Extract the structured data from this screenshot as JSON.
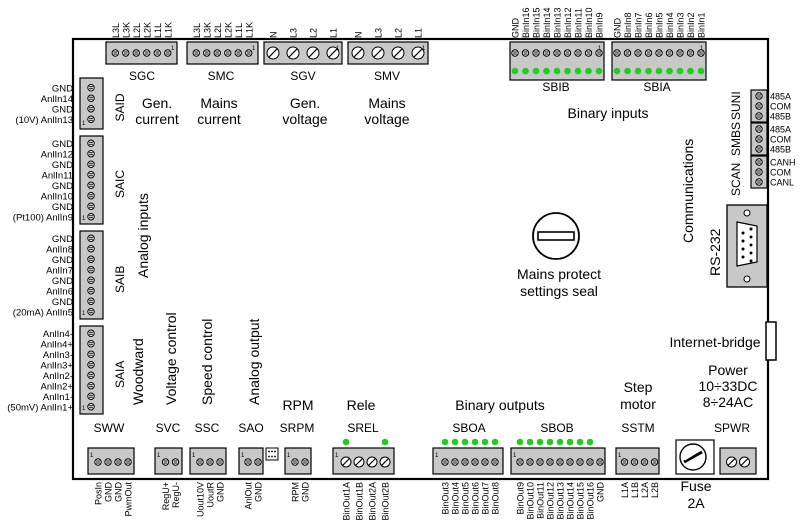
{
  "sections": {
    "analog_inputs": "Analog inputs",
    "binary_inputs": "Binary inputs",
    "binary_outputs": "Binary outputs",
    "communications": "Communications",
    "rs232": "RS-232",
    "mains_protect_line1": "Mains protect",
    "mains_protect_line2": "settings seal",
    "internet_bridge": "Internet-bridge",
    "power_line1": "Power",
    "power_line2": "10÷33DC",
    "power_line3": "8÷24AC",
    "fuse_line1": "Fuse",
    "fuse_line2": "2A",
    "woodward": "Woodward",
    "voltage_control": "Voltage control",
    "speed_control": "Speed control",
    "analog_output": "Analog output",
    "rpm": "RPM",
    "rele": "Rele",
    "step_motor_line1": "Step",
    "step_motor_line2": "motor",
    "gen_current_1": "Gen.",
    "gen_current_2": "current",
    "mains_current_1": "Mains",
    "mains_current_2": "current",
    "gen_voltage_1": "Gen.",
    "gen_voltage_2": "voltage",
    "mains_voltage_1": "Mains",
    "mains_voltage_2": "voltage"
  },
  "top_connectors": [
    {
      "id": "SGC",
      "pins": [
        "L3L",
        "L3K",
        "L2L",
        "L2K",
        "L1L",
        "L1K"
      ]
    },
    {
      "id": "SMC",
      "pins": [
        "L3L",
        "L3K",
        "L2L",
        "L2K",
        "L1L",
        "L1K"
      ]
    },
    {
      "id": "SGV",
      "pins": [
        "N",
        "L3",
        "L2",
        "L1"
      ]
    },
    {
      "id": "SMV",
      "pins": [
        "N",
        "L3",
        "L2",
        "L1"
      ]
    },
    {
      "id": "SBIB",
      "pins": [
        "GND",
        "BinIn16",
        "BinIn15",
        "BinIn14",
        "BinIn13",
        "BinIn12",
        "BinIn11",
        "BinIn10",
        "BinIn9"
      ]
    },
    {
      "id": "SBIA",
      "pins": [
        "GND",
        "BinIn8",
        "BinIn7",
        "BinIn6",
        "BinIn5",
        "BinIn4",
        "BinIn3",
        "BinIn2",
        "BinIn1"
      ]
    }
  ],
  "left_connectors": [
    {
      "id": "SAID",
      "pins": [
        "GND",
        "AnlIn14",
        "GND",
        "(10V) AnlIn13"
      ]
    },
    {
      "id": "SAIC",
      "pins": [
        "GND",
        "AnlIn12",
        "GND",
        "AnlIn11",
        "GND",
        "AnlIn10",
        "GND",
        "(Pt100) AnlIn9"
      ]
    },
    {
      "id": "SAIB",
      "pins": [
        "GND",
        "AnlIn8",
        "GND",
        "AnlIn7",
        "GND",
        "AnlIn6",
        "GND",
        "(20mA) AnlIn5"
      ]
    },
    {
      "id": "SAIA",
      "pins": [
        "AnlIn4-",
        "AnlIn4+",
        "AnlIn3-",
        "AnlIn3+",
        "AnlIn2-",
        "AnlIn2+",
        "AnlIn1-",
        "(50mV) AnlIn1+"
      ]
    }
  ],
  "right_connectors": [
    {
      "id": "SCAN",
      "pins": [
        "CANH",
        "COM",
        "CANL"
      ]
    },
    {
      "id": "SMBS",
      "pins": [
        "485A",
        "COM",
        "485B"
      ]
    },
    {
      "id": "SUNI",
      "pins": [
        "485A",
        "COM",
        "485B"
      ]
    }
  ],
  "bottom_connectors": [
    {
      "id": "SWW",
      "pins": [
        "PosIn",
        "GND",
        "GND",
        "PwmOut"
      ]
    },
    {
      "id": "SVC",
      "pins": [
        "RegU+",
        "RegU-"
      ]
    },
    {
      "id": "SSC",
      "pins": [
        "Uout10V",
        "UoutR",
        "GND"
      ]
    },
    {
      "id": "SAO",
      "pins": [
        "AnlOut",
        "GND"
      ]
    },
    {
      "id": "SRPM",
      "pins": [
        "RPM",
        "GND"
      ]
    },
    {
      "id": "SREL",
      "pins": [
        "BinOut1A",
        "BinOut1B",
        "BinOut2A",
        "BinOut2B"
      ]
    },
    {
      "id": "SBOA",
      "pins": [
        "BinOut3",
        "BinOut4",
        "BinOut5",
        "BinOut6",
        "BinOut7",
        "BinOut8"
      ]
    },
    {
      "id": "SBOB",
      "pins": [
        "BinOut9",
        "BinOut10",
        "BinOut11",
        "BinOut12",
        "BinOut13",
        "BinOut14",
        "BinOut15",
        "BinOut16",
        "GND"
      ]
    },
    {
      "id": "SSTM",
      "pins": [
        "L1A",
        "L1B",
        "L2A",
        "L2B"
      ]
    },
    {
      "id": "SPWR",
      "pins": []
    }
  ],
  "pin_numbers": {
    "one": "1"
  },
  "colors": {
    "led": "#22cc22",
    "connector": "#c8c8c8",
    "board": "#ffffff",
    "outline": "#000000"
  }
}
